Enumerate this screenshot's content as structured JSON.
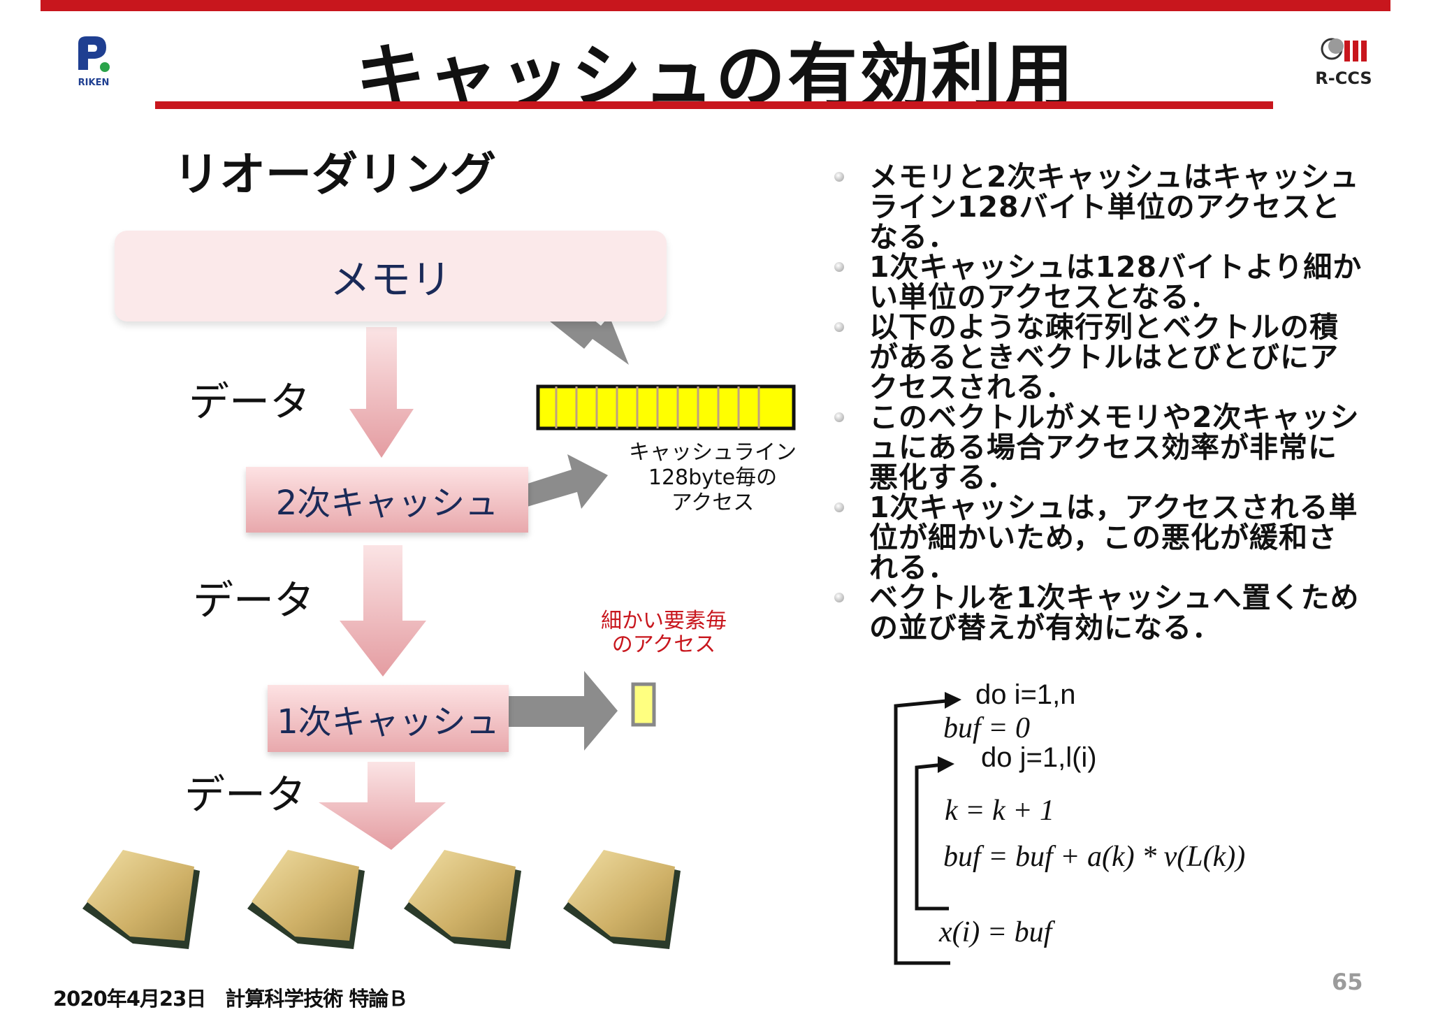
{
  "header": {
    "title": "キャッシュの有効利用",
    "riken_logo_text": "RIKEN",
    "rccs_logo_text": "R-CCS"
  },
  "subtitle": "リオーダリング",
  "diagram": {
    "memory_label": "メモリ",
    "l2_label": "2次キャッシュ",
    "l1_label": "1次キャッシュ",
    "data_labels": [
      "データ",
      "データ",
      "データ"
    ],
    "cacheline_note": [
      "キャッシュライン",
      "128byte毎の",
      "アクセス"
    ],
    "element_note": [
      "細かい要素毎",
      "のアクセス"
    ],
    "colors": {
      "accent_red": "#c8161d",
      "cacheline_yellow": "#ffff00",
      "box_pink": "#fbe9ea"
    }
  },
  "bullets": [
    "メモリと2次キャッシュはキャッシュライン128バイト単位のアクセスとなる．",
    "1次キャッシュは128バイトより細かい単位のアクセスとなる．",
    "以下のような疎行列とベクトルの積があるときベクトルはとびとびにアクセスされる．",
    "このベクトルがメモリや2次キャッシュにある場合アクセス効率が非常に悪化する．",
    "1次キャッシュは，アクセスされる単位が細かいため，この悪化が緩和される．",
    "ベクトルを1次キャッシュへ置くための並び替えが有効になる．"
  ],
  "code": {
    "outer_loop": "do i=1,n",
    "buf_init": "buf = 0",
    "inner_loop": "do j=1,l(i)",
    "k_update": "k = k + 1",
    "buf_update": "buf = buf + a(k) * v(L(k))",
    "x_assign": "x(i) = buf"
  },
  "footer": {
    "left": "2020年4月23日　計算科学技術 特論Ｂ",
    "page_number": "65"
  }
}
